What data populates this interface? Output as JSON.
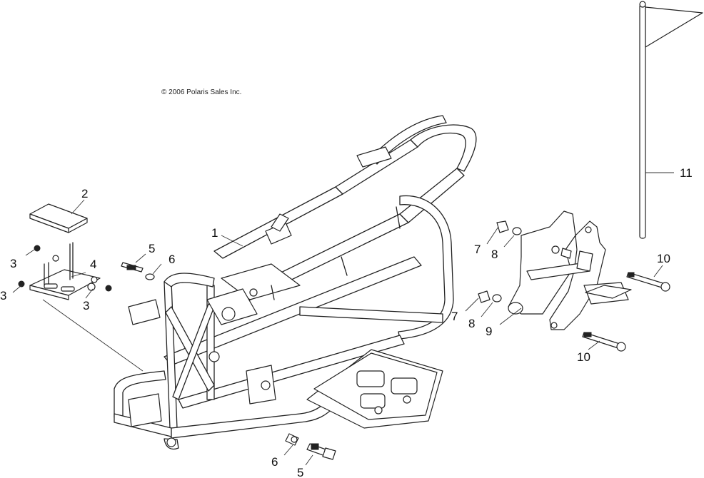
{
  "copyright": "© 2006 Polaris Sales Inc.",
  "callouts": {
    "c1": "1",
    "c2": "2",
    "c3a": "3",
    "c3b": "3",
    "c3c": "3",
    "c4": "4",
    "c5a": "5",
    "c5b": "5",
    "c6a": "6",
    "c6b": "6",
    "c7a": "7",
    "c7b": "7",
    "c8a": "8",
    "c8b": "8",
    "c9": "9",
    "c10a": "10",
    "c10b": "10",
    "c11": "11"
  }
}
